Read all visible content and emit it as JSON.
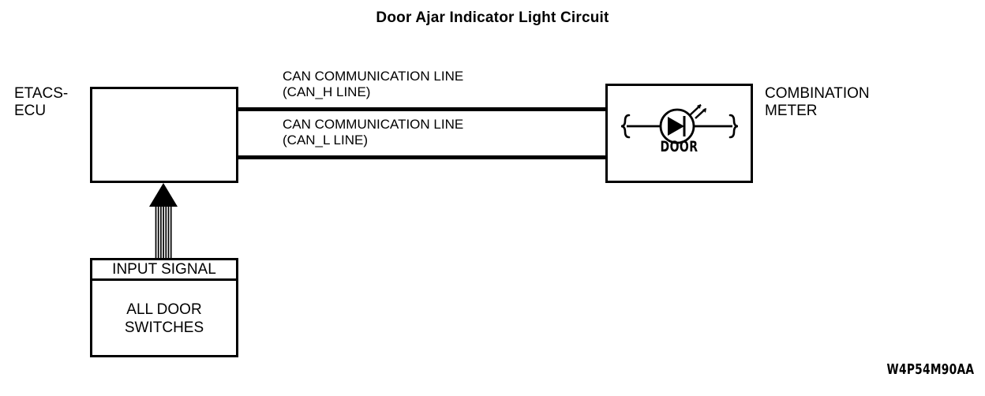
{
  "diagram": {
    "title": "Door Ajar Indicator Light Circuit",
    "drawing_code": "W4P54M90AA",
    "ink_color": "#000000",
    "background_color": "#ffffff"
  },
  "blocks": {
    "etacs_ecu": {
      "label": "ETACS-\nECU"
    },
    "combination_meter": {
      "label": "COMBINATION\nMETER",
      "indicator": {
        "name": "DOOR",
        "symbol": "led-indicator-lamp"
      }
    },
    "input_signal": {
      "header": "INPUT SIGNAL",
      "body": "ALL DOOR\nSWITCHES",
      "arrow": "striped-up-arrow"
    }
  },
  "connections": [
    {
      "id": "can-h",
      "label": "CAN COMMUNICATION LINE\n(CAN_H LINE)",
      "from": "etacs_ecu",
      "to": "combination_meter"
    },
    {
      "id": "can-l",
      "label": "CAN COMMUNICATION LINE\n(CAN_L LINE)",
      "from": "etacs_ecu",
      "to": "combination_meter"
    }
  ]
}
